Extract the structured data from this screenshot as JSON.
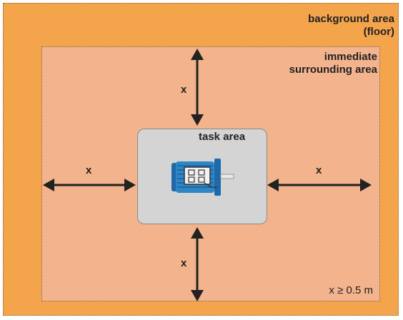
{
  "labels": {
    "background_area": [
      "background area",
      "(floor)"
    ],
    "surrounding_area": [
      "immediate",
      "surrounding area"
    ],
    "task_area": "task area",
    "distance_x": "x",
    "condition": "x ≥ 0.5 m"
  },
  "colors": {
    "background_area": "#f4a54c",
    "surrounding_area": "#f3b38c",
    "task_area": "#d4d4d4",
    "motor_body": "#2f86c7",
    "arrow": "#222222"
  },
  "icons": [
    "double-arrow-icon",
    "electric-motor-icon"
  ]
}
